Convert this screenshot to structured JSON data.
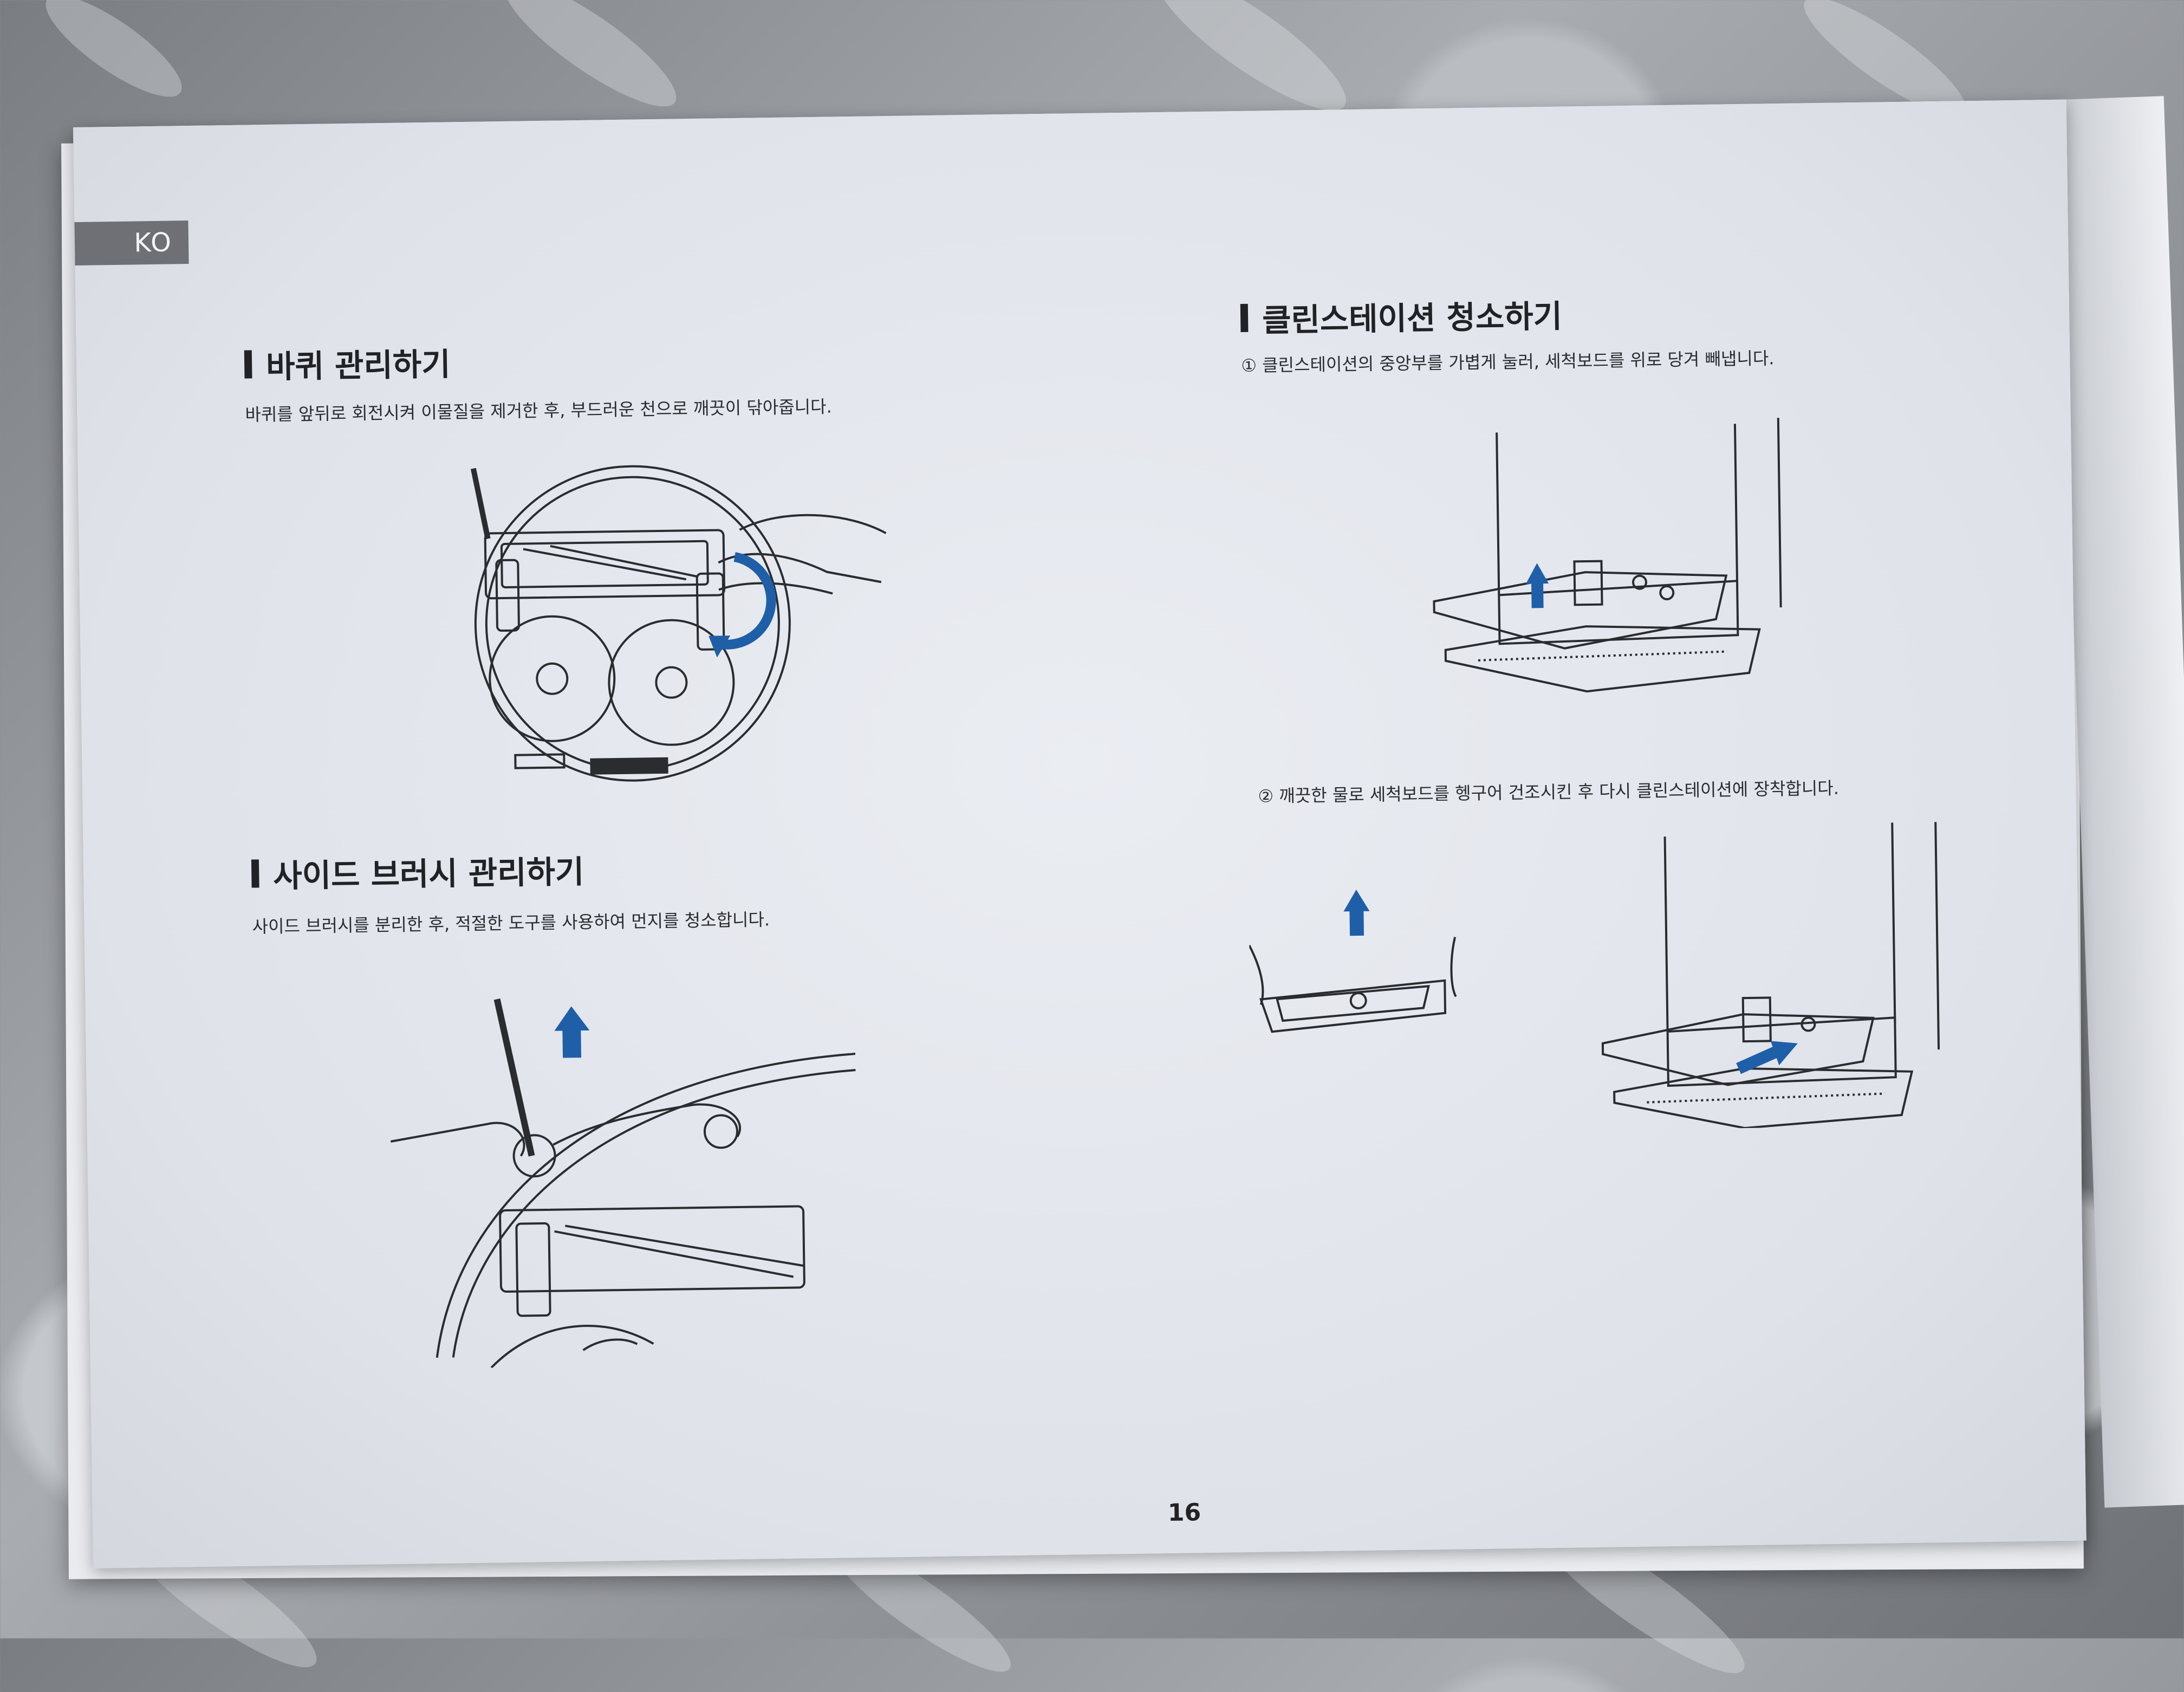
{
  "lang_tab": "KO",
  "left": {
    "section1": {
      "title": "바퀴 관리하기",
      "text": "바퀴를 앞뒤로 회전시켜 이물질을 제거한 후, 부드러운 천으로 깨끗이 닦아줍니다."
    },
    "section2": {
      "title": "사이드 브러시 관리하기",
      "text": "사이드 브러시를 분리한 후, 적절한 도구를 사용하여 먼지를 청소합니다."
    }
  },
  "right": {
    "section": {
      "title": "클린스테이션 청소하기",
      "step1": "① 클린스테이션의 중앙부를 가볍게 눌러, 세척보드를 위로 당겨 빼냅니다.",
      "step2": "② 깨끗한 물로 세척보드를 헹구어 건조시킨 후 다시 클린스테이션에 장착합니다."
    }
  },
  "page_number": "16",
  "colors": {
    "arrow_blue": "#1f5fa8",
    "ink": "#202226"
  }
}
